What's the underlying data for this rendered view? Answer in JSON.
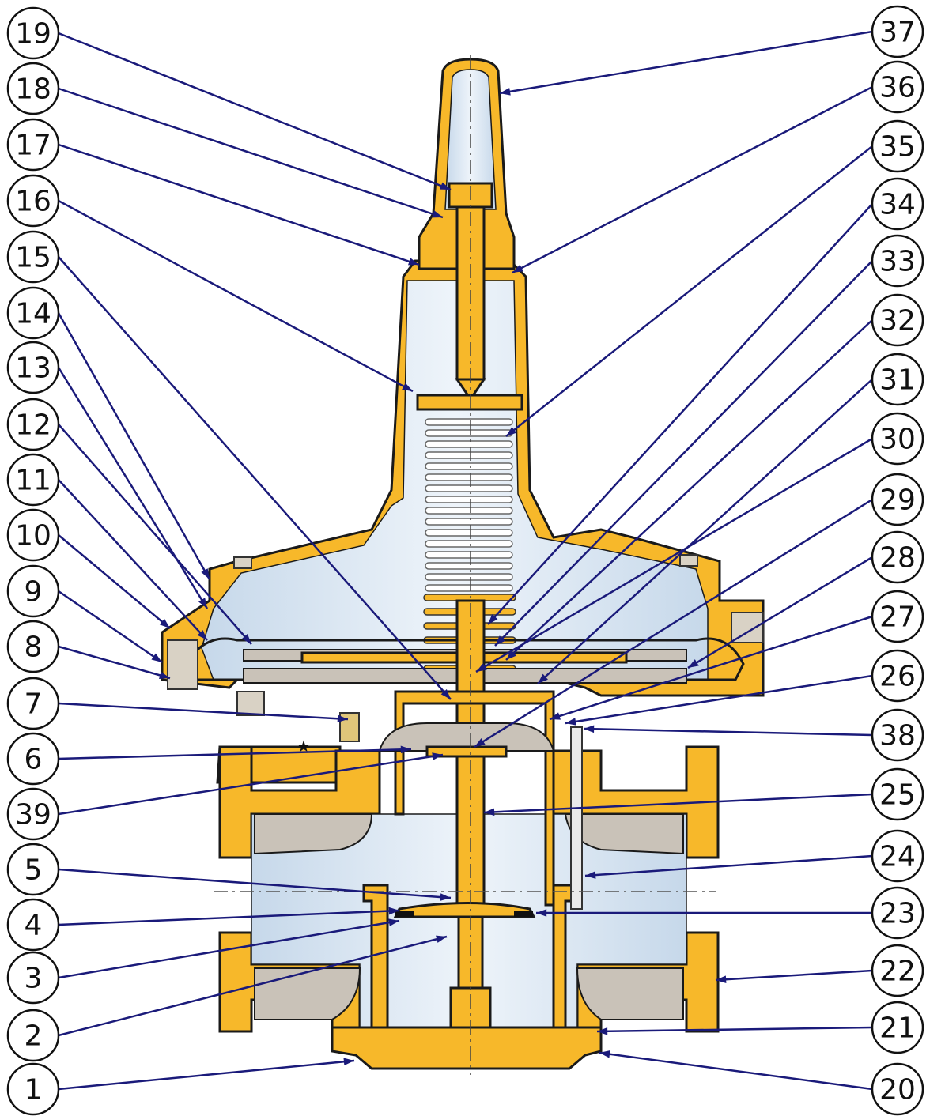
{
  "colors": {
    "body_fill": "#F7B82A",
    "body_stroke": "#1a1a1a",
    "chamber_fill": "#D8E6F2",
    "seat_fill": "#C9C2B8",
    "leader_line": "#1a1a7a",
    "callout_stroke": "#111111",
    "spring": "#ffffff"
  },
  "left_callouts": [
    "19",
    "18",
    "17",
    "16",
    "15",
    "14",
    "13",
    "12",
    "11",
    "10",
    "9",
    "8",
    "7",
    "6",
    "39",
    "5",
    "4",
    "3",
    "2",
    "1"
  ],
  "right_callouts": [
    "37",
    "36",
    "35",
    "34",
    "33",
    "32",
    "31",
    "30",
    "29",
    "28",
    "27",
    "26",
    "38",
    "25",
    "24",
    "23",
    "22",
    "21",
    "20"
  ],
  "star_symbol": "★"
}
